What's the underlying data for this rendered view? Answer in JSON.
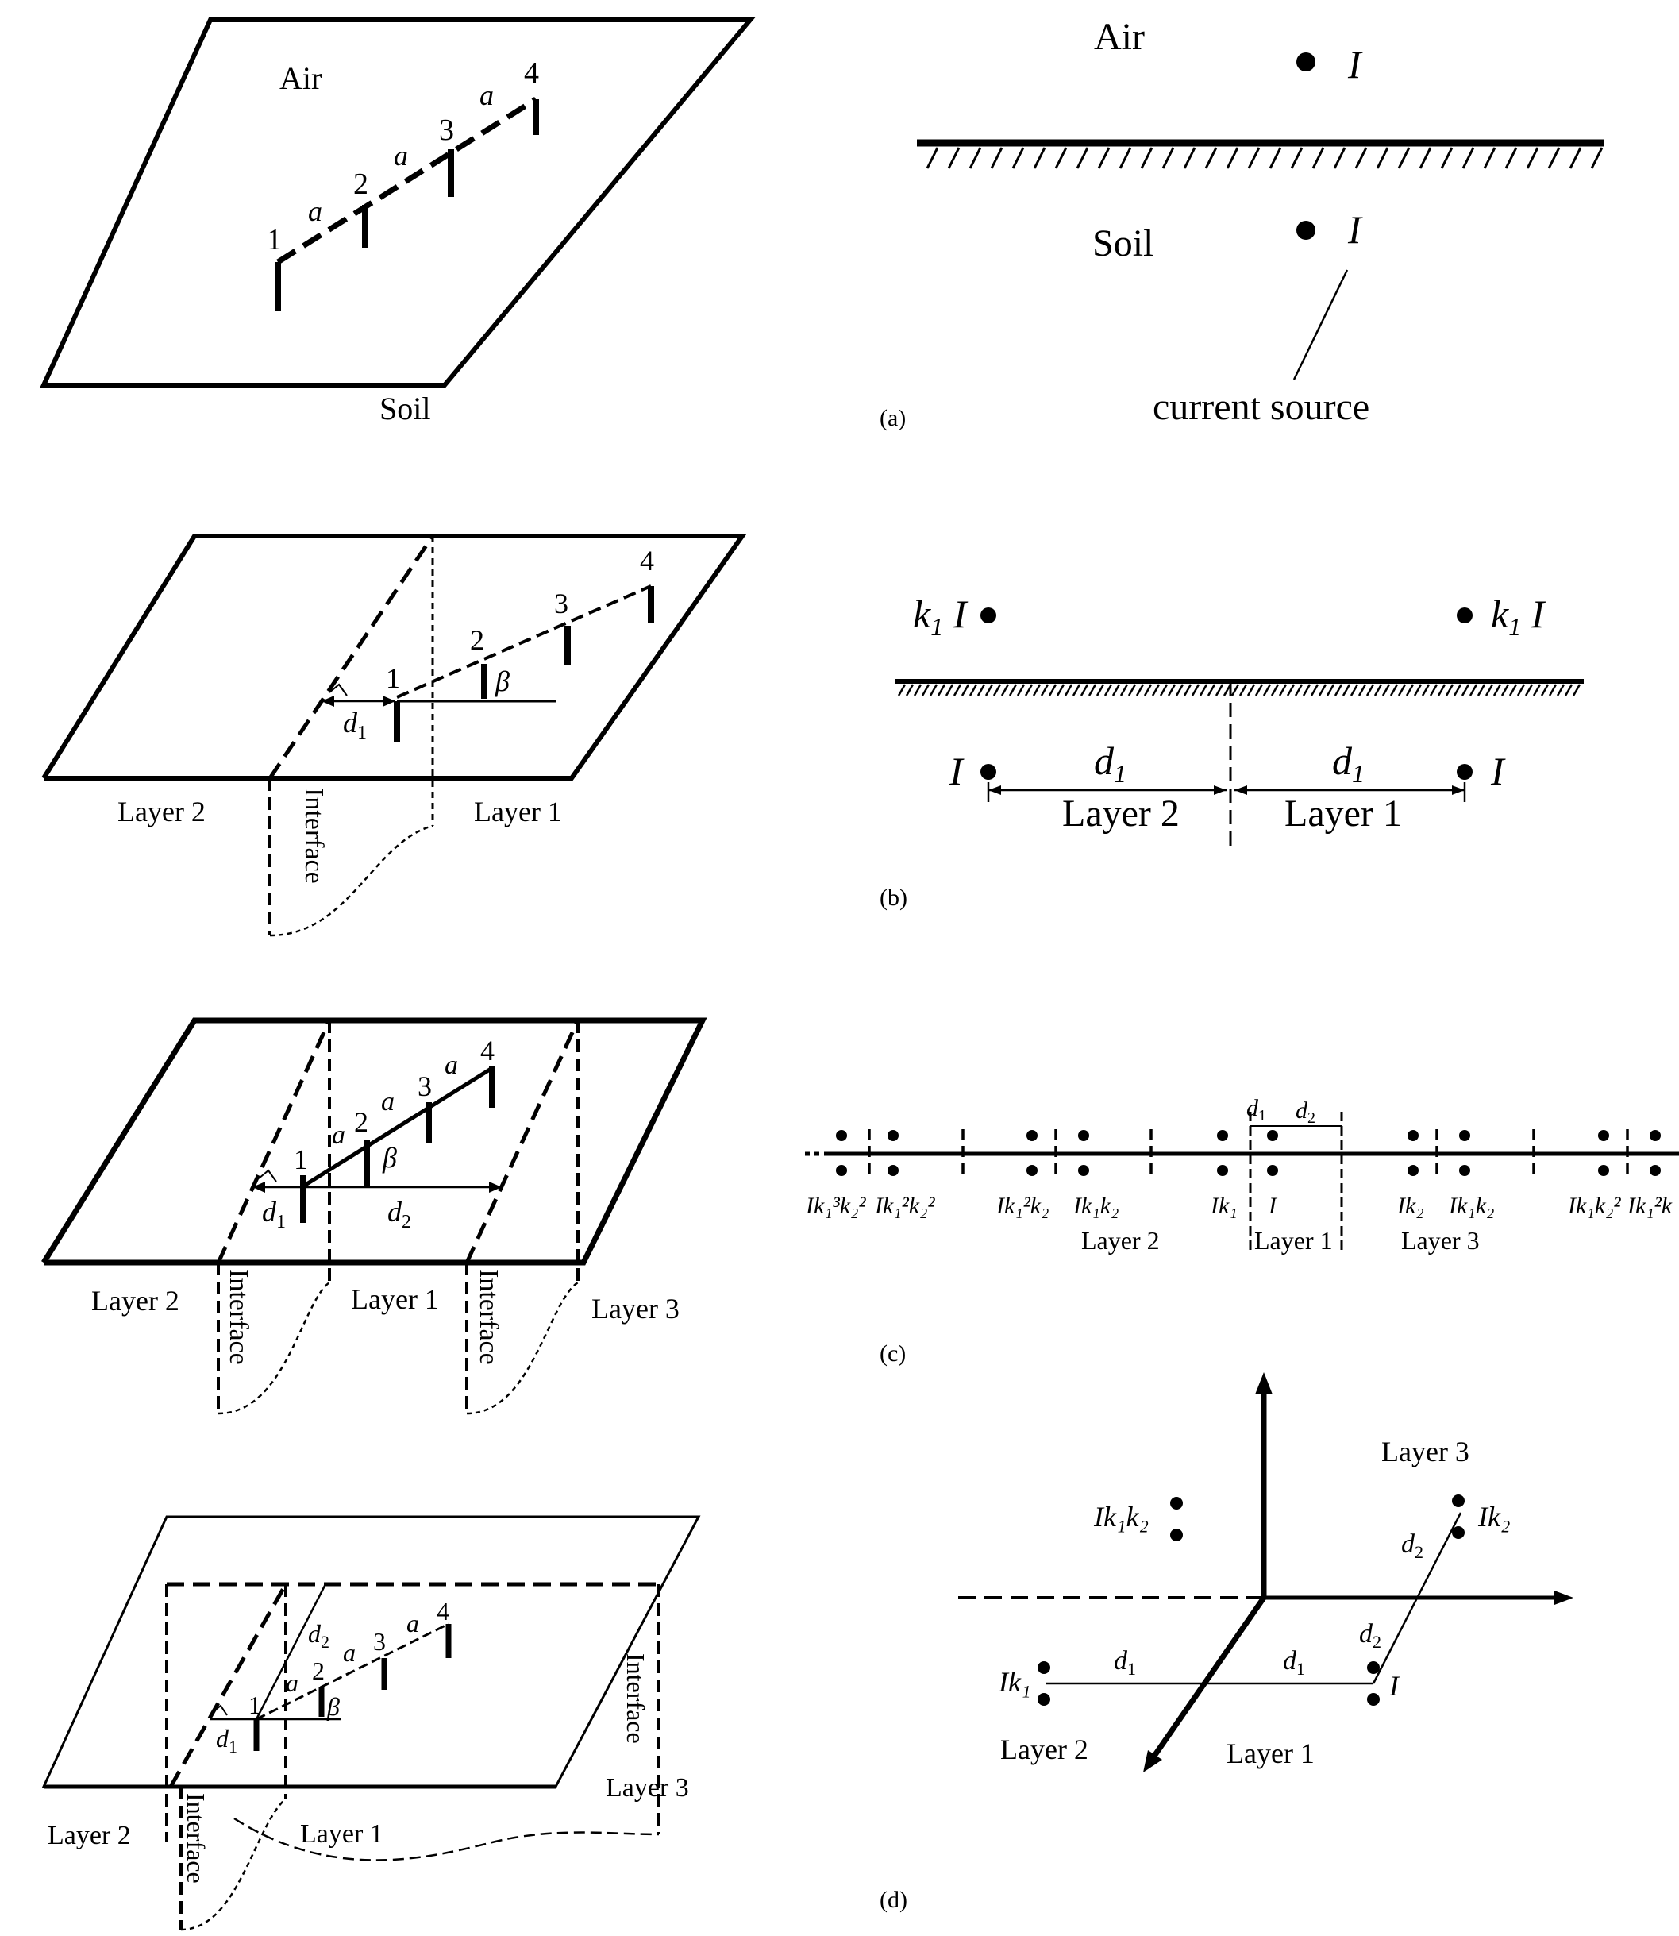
{
  "panel_a": {
    "left": {
      "air": "Air",
      "soil": "Soil",
      "probe_1": "1",
      "probe_2": "2",
      "probe_3": "3",
      "probe_4": "4",
      "spacing": "a"
    },
    "right": {
      "air": "Air",
      "soil": "Soil",
      "current": "I",
      "source_label": "current source",
      "caption": "(a)"
    }
  },
  "panel_b": {
    "left": {
      "probe_1": "1",
      "probe_2": "2",
      "probe_3": "3",
      "probe_4": "4",
      "beta": "β",
      "d": "d",
      "d_sub": "1",
      "layer_2": "Layer  2",
      "layer_1": "Layer  1",
      "interface": "Interface"
    },
    "right": {
      "k": "k",
      "k_sub": "1",
      "current": "I",
      "d": "d",
      "d_sub": "1",
      "layer_2": "Layer  2",
      "layer_1": "Layer  1",
      "caption": "(b)"
    }
  },
  "panel_c": {
    "left": {
      "probe_1": "1",
      "probe_2": "2",
      "probe_3": "3",
      "probe_4": "4",
      "spacing": "a",
      "beta": "β",
      "d": "d",
      "d1_sub": "1",
      "d2_sub": "2",
      "layer_2": "Layer 2",
      "layer_1": "Layer 1",
      "layer_3": "Layer 3",
      "interface": "Interface"
    },
    "right": {
      "images": [
        "Ik₁³k₂²",
        "Ik₁²k₂²",
        "Ik₁²k₂",
        "Ik₁k₂",
        "Ik₁",
        "I",
        "Ik₂",
        "Ik₁k₂",
        "Ik₁k₂²",
        "Ik₁²k"
      ],
      "d": "d",
      "d1_sub": "1",
      "d2_sub": "2",
      "layer_2": "Layer 2",
      "layer_1": "Layer 1",
      "layer_3": "Layer 3",
      "caption": "(c)"
    }
  },
  "panel_d": {
    "left": {
      "probe_1": "1",
      "probe_2": "2",
      "probe_3": "3",
      "probe_4": "4",
      "spacing": "a",
      "beta": "β",
      "d": "d",
      "d1_sub": "1",
      "d2_sub": "2",
      "layer_2": "Layer 2",
      "layer_1": "Layer 1",
      "layer_3": "Layer 3",
      "interface": "Interface"
    },
    "right": {
      "ik1k2": "Ik₁k₂",
      "ik2": "Ik₂",
      "ik1": "Ik₁",
      "current": "I",
      "d": "d",
      "d1_sub": "1",
      "d2_sub": "2",
      "layer_3": "Layer 3",
      "layer_2": "Layer 2",
      "layer_1": "Layer 1",
      "caption": "(d)"
    }
  }
}
